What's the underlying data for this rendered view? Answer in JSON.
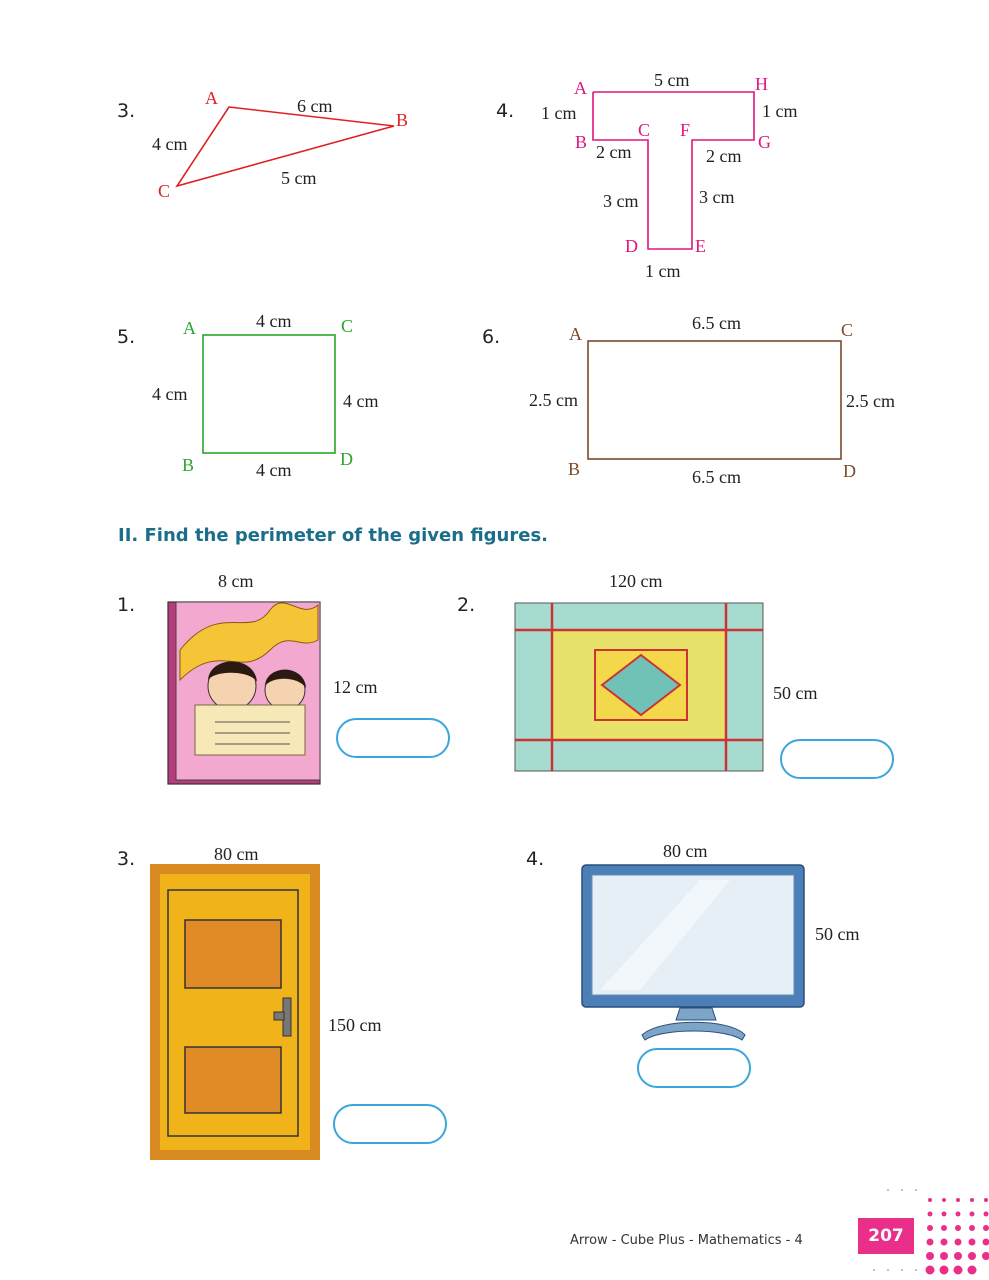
{
  "section1": {
    "q3": {
      "number": "3.",
      "A": "A",
      "B": "B",
      "C": "C",
      "ab": "6 cm",
      "ac": "4 cm",
      "cb": "5 cm"
    },
    "q4": {
      "number": "4.",
      "A": "A",
      "H": "H",
      "B": "B",
      "C": "C",
      "F": "F",
      "G": "G",
      "D": "D",
      "E": "E",
      "top": "5 cm",
      "left": "1 cm",
      "right": "1 cm",
      "bc": "2 cm",
      "fg": "2 cm",
      "cd": "3 cm",
      "fe": "3 cm",
      "de": "1 cm"
    },
    "q5": {
      "number": "5.",
      "A": "A",
      "B": "B",
      "C": "C",
      "D": "D",
      "top": "4 cm",
      "left": "4 cm",
      "right": "4 cm",
      "bottom": "4 cm"
    },
    "q6": {
      "number": "6.",
      "A": "A",
      "B": "B",
      "C": "C",
      "D": "D",
      "top": "6.5 cm",
      "left": "2.5 cm",
      "right": "2.5 cm",
      "bottom": "6.5 cm"
    }
  },
  "section2": {
    "heading": "II.  Find the perimeter of the given figures.",
    "q1": {
      "number": "1.",
      "width": "8 cm",
      "height": "12 cm"
    },
    "q2": {
      "number": "2.",
      "width": "120 cm",
      "height": "50 cm"
    },
    "q3": {
      "number": "3.",
      "width": "80 cm",
      "height": "150 cm"
    },
    "q4": {
      "number": "4.",
      "width": "80 cm",
      "height": "50 cm"
    }
  },
  "footer": {
    "text": "Arrow - Cube Plus - Mathematics - 4",
    "page": "207"
  },
  "colors": {
    "triangle": "#e02020",
    "t_shape": "#e0157f",
    "square": "#2aa52a",
    "rectangle": "#7a4a2a",
    "heading": "#1a6e8a",
    "answer_box": "#3aa6dc",
    "page_badge": "#ea2f8a"
  }
}
